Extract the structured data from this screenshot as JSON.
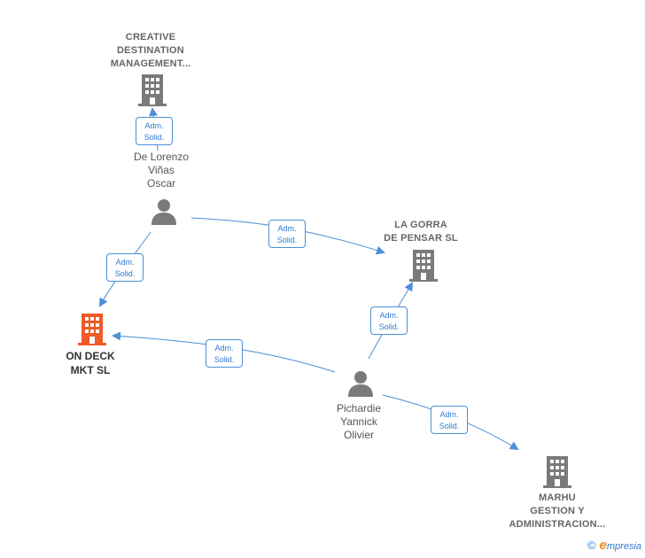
{
  "nodes": {
    "creative": {
      "label_lines": [
        "CREATIVE",
        "DESTINATION",
        "MANAGEMENT..."
      ]
    },
    "delorenzo": {
      "label_lines": [
        "De Lorenzo",
        "Viñas",
        "Oscar"
      ]
    },
    "lagorra": {
      "label_lines": [
        "LA GORRA",
        "DE PENSAR  SL"
      ]
    },
    "ondeck": {
      "label_lines": [
        "ON DECK",
        "MKT  SL"
      ]
    },
    "pichardie": {
      "label_lines": [
        "Pichardie",
        "Yannick",
        "Olivier"
      ]
    },
    "marhu": {
      "label_lines": [
        "MARHU",
        "GESTION Y",
        "ADMINISTRACION..."
      ]
    }
  },
  "badges": [
    {
      "line1": "Adm.",
      "line2": "Solid."
    },
    {
      "line1": "Adm.",
      "line2": "Solid."
    },
    {
      "line1": "Adm.",
      "line2": "Solid."
    },
    {
      "line1": "Adm.",
      "line2": "Solid."
    },
    {
      "line1": "Adm.",
      "line2": "Solid."
    },
    {
      "line1": "Adm.",
      "line2": "Solid."
    }
  ],
  "footer": {
    "copyright": "©",
    "brand_initial": "e",
    "brand_rest": "mpresia"
  },
  "colors": {
    "edge": "#4a8fd8",
    "company_icon": "#7a7a7a",
    "main_company_icon": "#f05a28",
    "person_icon": "#7a7a7a"
  }
}
